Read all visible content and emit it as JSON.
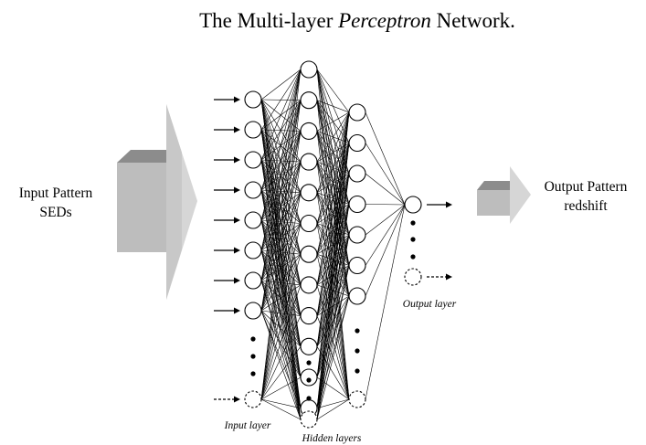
{
  "title": {
    "before": "The Multi-layer ",
    "italic": "Perceptron",
    "after": " Network."
  },
  "input_pattern": {
    "line1": "Input Pattern",
    "line2": "SEDs"
  },
  "output_pattern": {
    "line1": "Output Pattern",
    "line2": "redshift"
  },
  "layer_labels": {
    "input": "Input layer",
    "hidden": "Hidden layers",
    "output": "Output layer"
  },
  "colors": {
    "arrow_light": "#d6d6d6",
    "arrow_mid": "#bdbdbd",
    "arrow_dark": "#8c8c8c",
    "ink": "#000000"
  },
  "network": {
    "input_layer": {
      "solid_nodes": 8,
      "continuation_dots": 3,
      "dashed_nodes": 1
    },
    "hidden_layer_1": {
      "solid_nodes": 12,
      "continuation_dots": 3,
      "dashed_nodes": 1
    },
    "hidden_layer_2": {
      "solid_nodes": 7,
      "continuation_dots": 3,
      "dashed_nodes": 1
    },
    "output_layer": {
      "solid_nodes": 1,
      "continuation_dots": 3,
      "dashed_nodes": 1
    }
  }
}
